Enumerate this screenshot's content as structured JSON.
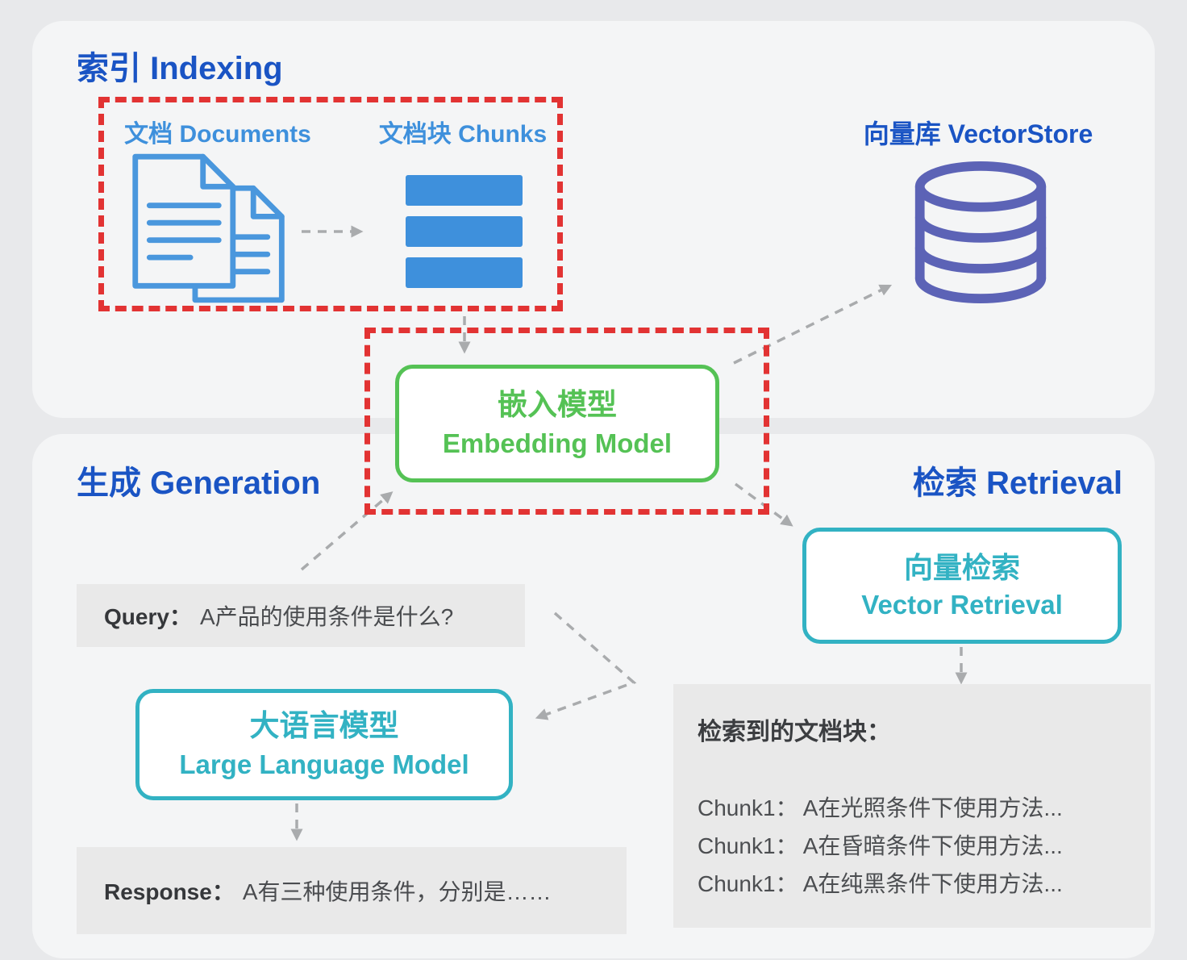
{
  "sections": {
    "indexing": "索引 Indexing",
    "generation": "生成 Generation",
    "retrieval": "检索 Retrieval"
  },
  "indexing": {
    "documents_label": "文档 Documents",
    "chunks_label": "文档块 Chunks",
    "vectorstore_label": "向量库 VectorStore"
  },
  "nodes": {
    "embedding_model": {
      "zh": "嵌入模型",
      "en": "Embedding Model"
    },
    "vector_retrieval": {
      "zh": "向量检索",
      "en": "Vector Retrieval"
    },
    "llm": {
      "zh": "大语言模型",
      "en": "Large Language Model"
    }
  },
  "query": {
    "label": "Query：",
    "text": "A产品的使用条件是什么?"
  },
  "response": {
    "label": "Response：",
    "text": "A有三种使用条件，分别是……"
  },
  "retrieved": {
    "title": "检索到的文档块：",
    "chunks": [
      "Chunk1： A在光照条件下使用方法...",
      "Chunk1： A在昏暗条件下使用方法...",
      "Chunk1： A在纯黑条件下使用方法..."
    ]
  },
  "icons": {
    "documents": "documents-icon",
    "chunk_bars": "chunk-bars-icon",
    "database": "database-icon"
  },
  "colors": {
    "heading_blue": "#1a54c4",
    "doc_blue": "#3e90dc",
    "red_dashed": "#e23333",
    "green": "#55c255",
    "teal": "#32b2c3",
    "purple": "#5c63b6",
    "arrow_gray": "#a9abad",
    "panel_bg": "#f4f5f6",
    "box_bg": "#e9e9e9"
  }
}
